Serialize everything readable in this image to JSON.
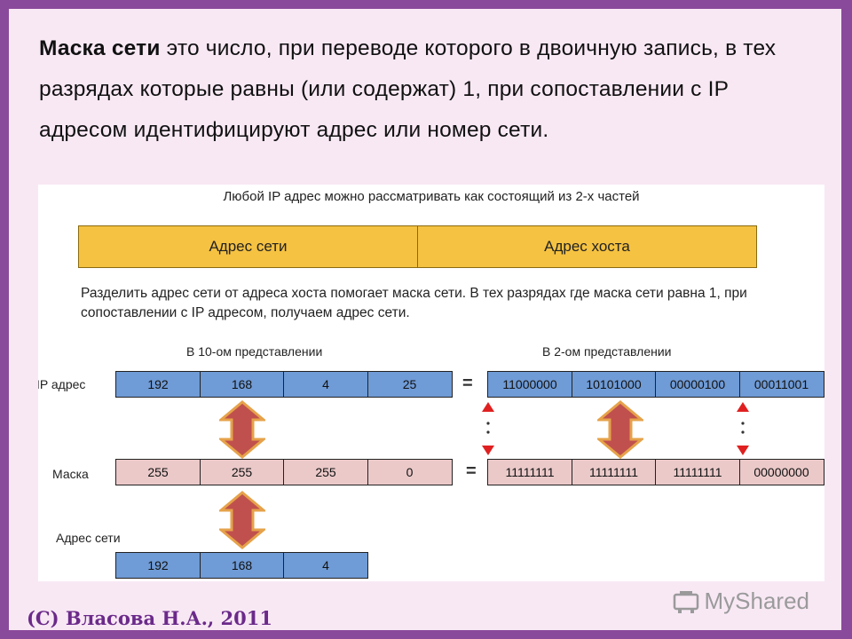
{
  "intro": {
    "term": "Маска сети",
    "text": " это число, при переводе которого в двоичную запись, в тех разрядах которые равны (или содержат) 1, при сопоставлении с IP адресом  идентифицируют адрес или номер сети."
  },
  "figure": {
    "title": "Любой IP адрес можно рассматривать как состоящий из 2-х частей",
    "parts": [
      "Адрес сети",
      "Адрес хоста"
    ],
    "explain": "Разделить адрес сети от адреса хоста помогает маска сети. В тех разрядах где маска сети равна 1, при сопоставлении с IP адресом, получаем адрес сети.",
    "decimal_heading": "В 10-ом представлении",
    "binary_heading": "В 2-ом представлении",
    "rows": {
      "ip": {
        "label": "IP адрес",
        "decimal": [
          "192",
          "168",
          "4",
          "25"
        ],
        "binary": [
          "11000000",
          "10101000",
          "00000100",
          "00011001"
        ]
      },
      "mask": {
        "label": "Маска",
        "decimal": [
          "255",
          "255",
          "255",
          "0"
        ],
        "binary": [
          "11111111",
          "11111111",
          "11111111",
          "00000000"
        ]
      },
      "network": {
        "label": "Адрес сети",
        "decimal": [
          "192",
          "168",
          "4"
        ]
      }
    },
    "equals": "="
  },
  "footer": {
    "credit": "(С) Власова Н.А., 2011",
    "brand": "MyShared"
  },
  "colors": {
    "frame": "#8a4a9b",
    "slide_bg": "#f8e8f4",
    "part_fill": "#f5c242",
    "blue_cell": "#6f9bd6",
    "pink_cell": "#ebc9c9",
    "arrow": "#c0504d",
    "arrow_outline": "#e6a24a"
  }
}
